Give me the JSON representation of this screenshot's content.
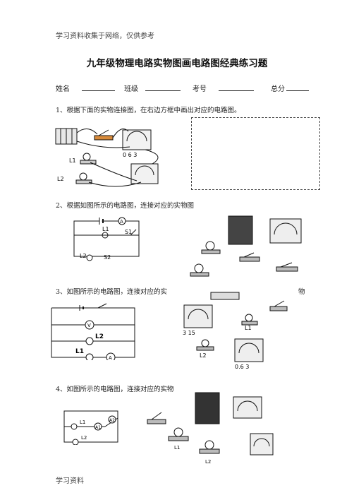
{
  "header": "学习资料收集于网络，仅供参考",
  "title": "九年级物理电路实物图画电路图经典练习题",
  "info": {
    "name_label": "姓名",
    "class_label": "班级",
    "exam_no_label": "考号",
    "total_label": "总分"
  },
  "questions": {
    "q1": "1、根据下面的实物连接图，在右边方框中画出对应的电路图。",
    "q2": "2、根据如图所示的电路图，连接对应的实物图",
    "q3": "3、如图所示的电路图，连接对应的实",
    "q3_tail": "物",
    "q4": "4、如图所示的电路图，连接对应的实物"
  },
  "figure_labels": {
    "q1": {
      "l1": "L1",
      "l2": "L2",
      "ammeter_scale": "0 6 3"
    },
    "q2": {
      "l1": "L1",
      "l2": "L2",
      "s1": "S1",
      "s2": "S2",
      "ammeter": "A"
    },
    "q3": {
      "l1": "L1",
      "l2": "L2",
      "voltmeter": "V",
      "ammeter": "A",
      "volt_scale": "3 15",
      "amp_scale": "0.6 3"
    },
    "q4": {
      "l1": "L1",
      "l2": "L2",
      "a1": "A1",
      "a2": "A2"
    }
  },
  "footer": "学习资料"
}
